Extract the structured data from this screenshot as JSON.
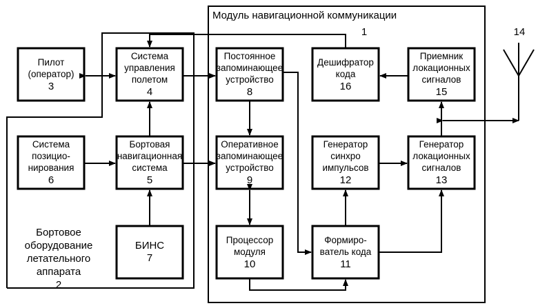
{
  "module_title": "Модуль навигационной коммуникации",
  "module_number": "1",
  "antenna_number": "14",
  "onboard_label": [
    "Бортовое",
    "оборудование",
    "летательного",
    "аппарата"
  ],
  "onboard_number": "2",
  "blocks": {
    "pilot": {
      "lines": [
        "Пилот",
        "(оператор)"
      ],
      "number": "3"
    },
    "fcs": {
      "lines": [
        "Система",
        "управления",
        "полетом"
      ],
      "number": "4"
    },
    "nav": {
      "lines": [
        "Бортовая",
        "навигационная",
        "система"
      ],
      "number": "5"
    },
    "pos": {
      "lines": [
        "Система",
        "позицио-",
        "нирования"
      ],
      "number": "6"
    },
    "bins": {
      "lines": [
        "БИНС"
      ],
      "number": "7"
    },
    "rom": {
      "lines": [
        "Постоянное",
        "запоминающее",
        "устройство"
      ],
      "number": "8"
    },
    "ram": {
      "lines": [
        "Оперативное",
        "запоминающее",
        "устройство"
      ],
      "number": "9"
    },
    "cpu": {
      "lines": [
        "Процессор",
        "модуля"
      ],
      "number": "10"
    },
    "coder": {
      "lines": [
        "Формиро-",
        "ватель кода"
      ],
      "number": "11"
    },
    "sync": {
      "lines": [
        "Генератор",
        "синхро",
        "импульсов"
      ],
      "number": "12"
    },
    "locgen": {
      "lines": [
        "Генератор",
        "локационных",
        "сигналов"
      ],
      "number": "13"
    },
    "recv": {
      "lines": [
        "Приемник",
        "локационных",
        "сигналов"
      ],
      "number": "15"
    },
    "decoder": {
      "lines": [
        "Дешифратор",
        "кода"
      ],
      "number": "16"
    }
  }
}
